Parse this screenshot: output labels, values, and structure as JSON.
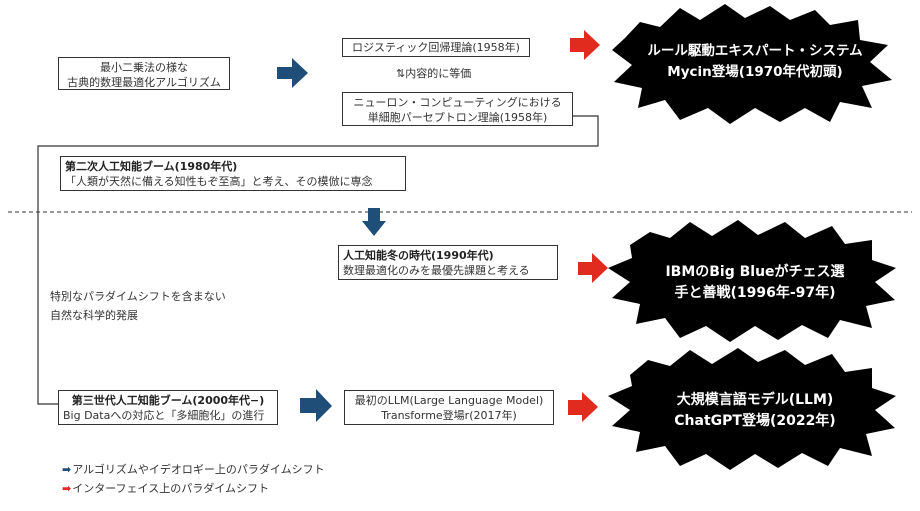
{
  "boxes": {
    "least_squares": [
      "最小二乗法の様な",
      "古典的数理最適化アルゴリズム"
    ],
    "logistic": "ロジスティック回帰理論(1958年)",
    "equivalent_note": "内容的に等価",
    "equivalent_symbol": "⇅",
    "neuron": [
      "ニューロン・コンピューティングにおける",
      "単細胞パーセプトロン理論(1958年)"
    ],
    "second_boom": {
      "title": "第二次人工知能ブーム(1980年代)",
      "text": "「人類が天然に備える知性もぞ至高」と考え、その模倣に専念"
    },
    "ai_winter": {
      "title": "人工知能冬の時代(1990年代)",
      "text": "数理最適化のみを最優先課題と考える"
    },
    "third_boom": {
      "title": "第三世代人工知能ブーム(2000年代−)",
      "text": "Big Dataへの対応と「多細胞化」の進行"
    },
    "first_llm": [
      "最初のLLM(Large Language Model)",
      "Transforme登場r(2017年)"
    ]
  },
  "side_note": [
    "特別なパラダイムシフトを含まない",
    "自然な科学的発展"
  ],
  "bursts": {
    "rule_based": [
      "ルール駆動エキスパート・システム",
      "Mycin登場(1970年代初頭)"
    ],
    "big_blue": [
      "IBMのBig Blueがチェス選",
      "手と善戦(1996年-97年)"
    ],
    "llm": [
      "大規模言語モデル(LLM)",
      "ChatGPT登場(2022年)"
    ]
  },
  "legend": [
    {
      "label": "アルゴリズムやイデオロギー上のパラダイムシフト",
      "color": "#1f4e79"
    },
    {
      "label": "インターフェイス上のパラダイムシフト",
      "color": "#e02b1e"
    }
  ],
  "colors": {
    "blue_arrow": "#1f4e79",
    "red_arrow": "#e02b1e",
    "burst": "#000000"
  }
}
